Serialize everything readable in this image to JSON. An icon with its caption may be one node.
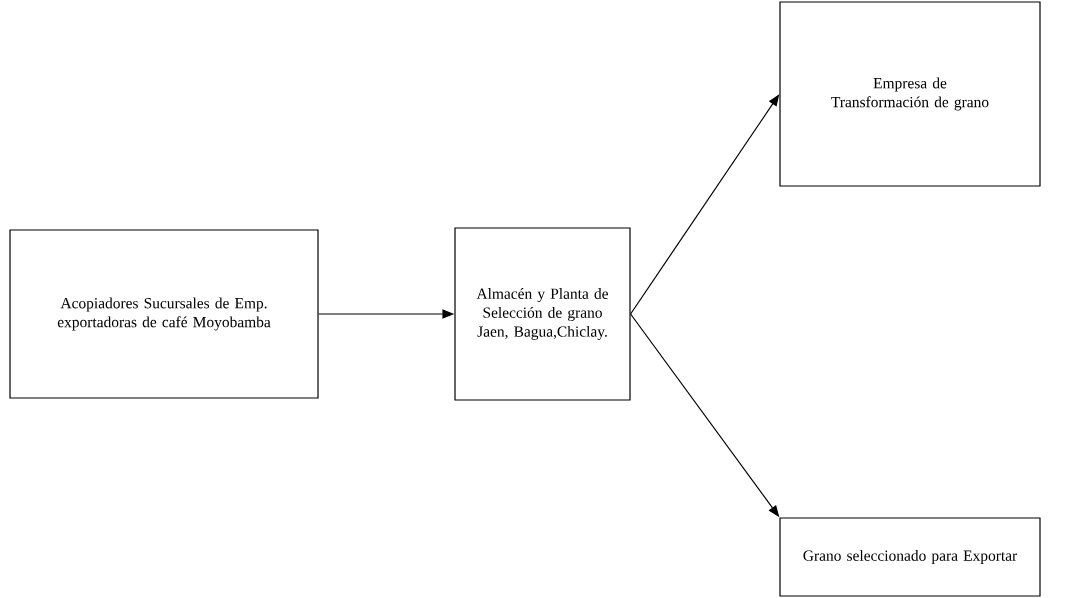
{
  "diagram": {
    "nodes": [
      {
        "text": [
          "Acopiadores  Sucursales de Emp. exportadoras de café Moyobamba"
        ]
      },
      {
        "text": [
          "Almacén y  Planta de Selección de grano Jaen, Bagua,Chiclay."
        ]
      },
      {
        "text": [
          "Empresa de Transformación de grano"
        ]
      },
      {
        "text": [
          "Grano seleccionado para Exportar"
        ]
      }
    ],
    "edges": [
      {
        "from": 0,
        "to": 1,
        "arrow": "to"
      },
      {
        "from": 1,
        "to": 2,
        "arrow": "to"
      },
      {
        "from": 1,
        "to": 3,
        "arrow": "to"
      }
    ]
  }
}
